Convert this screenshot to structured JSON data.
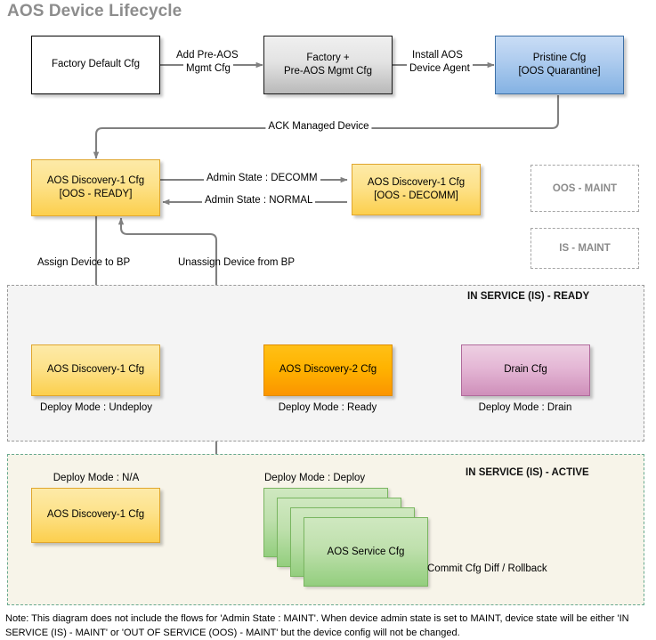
{
  "title": "AOS Device Lifecycle",
  "nodes": {
    "factory_default": {
      "line1": "Factory Default Cfg"
    },
    "factory_pre_aos": {
      "line1": "Factory +",
      "line2": "Pre-AOS Mgmt Cfg"
    },
    "pristine": {
      "line1": "Pristine Cfg",
      "line2": "[OOS Quarantine]"
    },
    "oos_ready": {
      "line1": "AOS Discovery-1 Cfg",
      "line2": "[OOS - READY]"
    },
    "oos_decomm": {
      "line1": "AOS Discovery-1 Cfg",
      "line2": "[OOS - DECOMM]"
    },
    "undeploy": {
      "line1": "AOS Discovery-1 Cfg"
    },
    "ready": {
      "line1": "AOS Discovery-2 Cfg"
    },
    "drain": {
      "line1": "Drain Cfg"
    },
    "na_discovery": {
      "line1": "AOS Discovery-1 Cfg"
    },
    "service": {
      "line1": "AOS Service Cfg"
    }
  },
  "placeholders": {
    "oos_maint": "OOS - MAINT",
    "is_maint": "IS - MAINT"
  },
  "zones": {
    "is_ready_label": "IN SERVICE (IS) - READY",
    "is_active_label": "IN SERVICE (IS) - ACTIVE"
  },
  "edges": {
    "add_pre_aos_1": "Add Pre-AOS",
    "add_pre_aos_2": "Mgmt Cfg",
    "install_agent_1": "Install AOS",
    "install_agent_2": "Device Agent",
    "ack_managed": "ACK Managed Device",
    "admin_decomm": "Admin State : DECOMM",
    "admin_normal": "Admin State : NORMAL",
    "assign_bp": "Assign Device to BP",
    "unassign_bp": "Unassign Device from BP",
    "commit_rollback": "Commit Cfg Diff / Rollback"
  },
  "captions": {
    "deploy_undeploy": "Deploy Mode : Undeploy",
    "deploy_ready": "Deploy Mode : Ready",
    "deploy_drain": "Deploy Mode : Drain",
    "deploy_na": "Deploy Mode : N/A",
    "deploy_deploy": "Deploy Mode : Deploy"
  },
  "note": "Note: This diagram does not include the flows for 'Admin State : MAINT'. When device admin state is set to MAINT, device state will be either 'IN SERVICE (IS) - MAINT' or 'OUT OF SERVICE (OOS) - MAINT' but the device config will not be changed.",
  "colors": {
    "title": "#8d8d8d",
    "connector": "#808080",
    "zone_ready_bg": "#f4f4f4",
    "zone_ready_border": "#9a9a9a",
    "zone_active_bg": "#f7f4e9",
    "zone_active_border": "#67a98e",
    "white_node": "#ffffff",
    "gray_node": "#d2d2d2",
    "blue_node": "#9cc3ea",
    "yellow_node": "#fcdd7a",
    "orange_node": "#ffb300",
    "pink_node": "#dca8c8",
    "green_node": "#aedb97"
  }
}
